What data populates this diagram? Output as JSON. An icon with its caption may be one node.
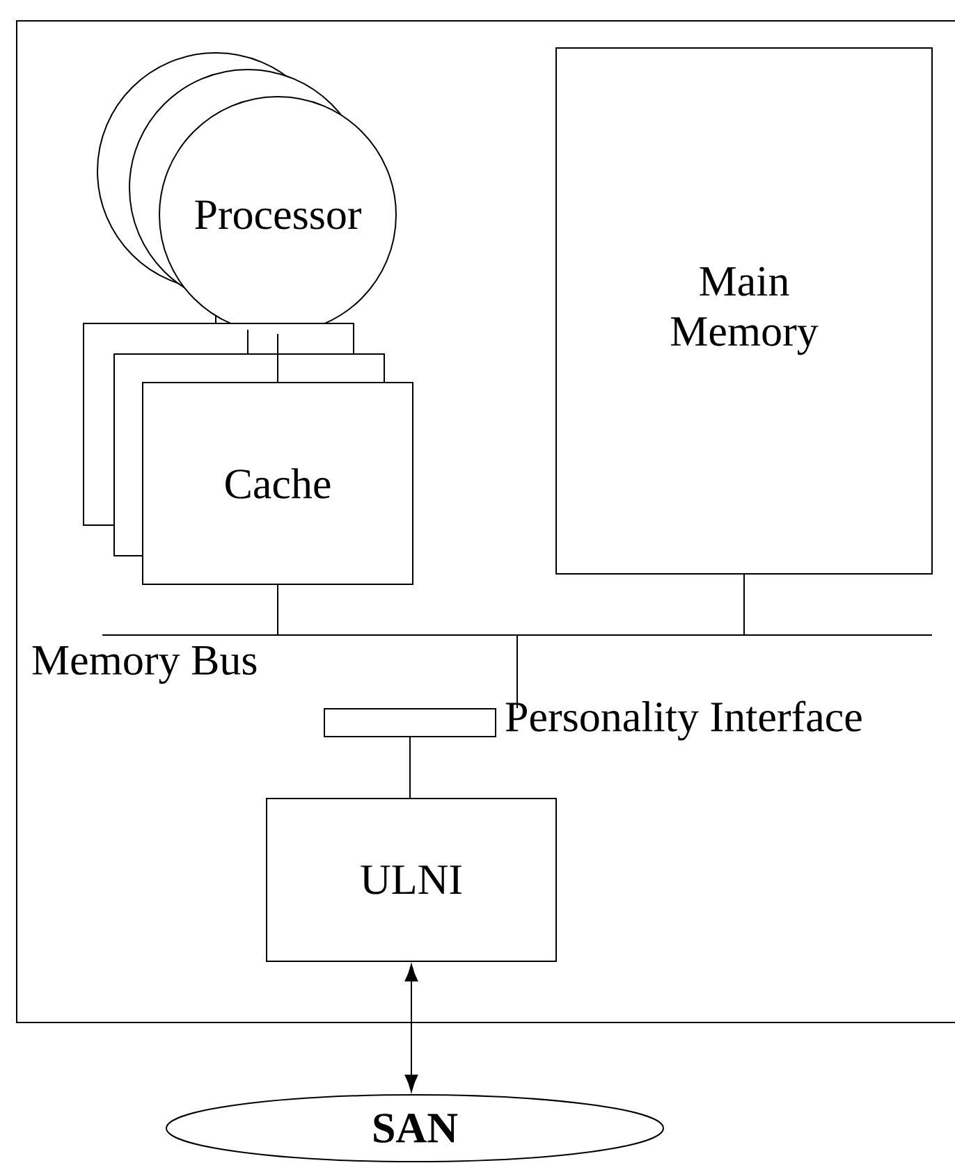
{
  "diagram": {
    "nodes": [
      {
        "text": [],
        "shape": "box"
      },
      {
        "text": [
          "Processor"
        ],
        "in": 0
      },
      {
        "text": [
          "Cache"
        ],
        "in": 0
      },
      {
        "text": [
          "Main Memory"
        ],
        "in": 0
      },
      {
        "text": [],
        "shape": "bar",
        "beside": [
          "Memory Bus"
        ],
        "in": 0
      },
      {
        "text": [],
        "shape": "bar",
        "beside": [
          "Personality Interface"
        ],
        "in": 0
      },
      {
        "text": [
          "ULNI"
        ],
        "in": 0
      },
      {
        "text": [
          "**SAN**"
        ]
      }
    ],
    "edges": [
      {
        "from": 1,
        "to": 2,
        "arrow": "none"
      },
      {
        "from": 2,
        "to": 4,
        "arrow": "none"
      },
      {
        "from": 3,
        "to": 4,
        "arrow": "none"
      },
      {
        "from": 4,
        "to": 5,
        "arrow": "none"
      },
      {
        "from": 5,
        "to": 6,
        "arrow": "none"
      },
      {
        "from": 6,
        "to": 7,
        "arrow": "both"
      }
    ]
  }
}
